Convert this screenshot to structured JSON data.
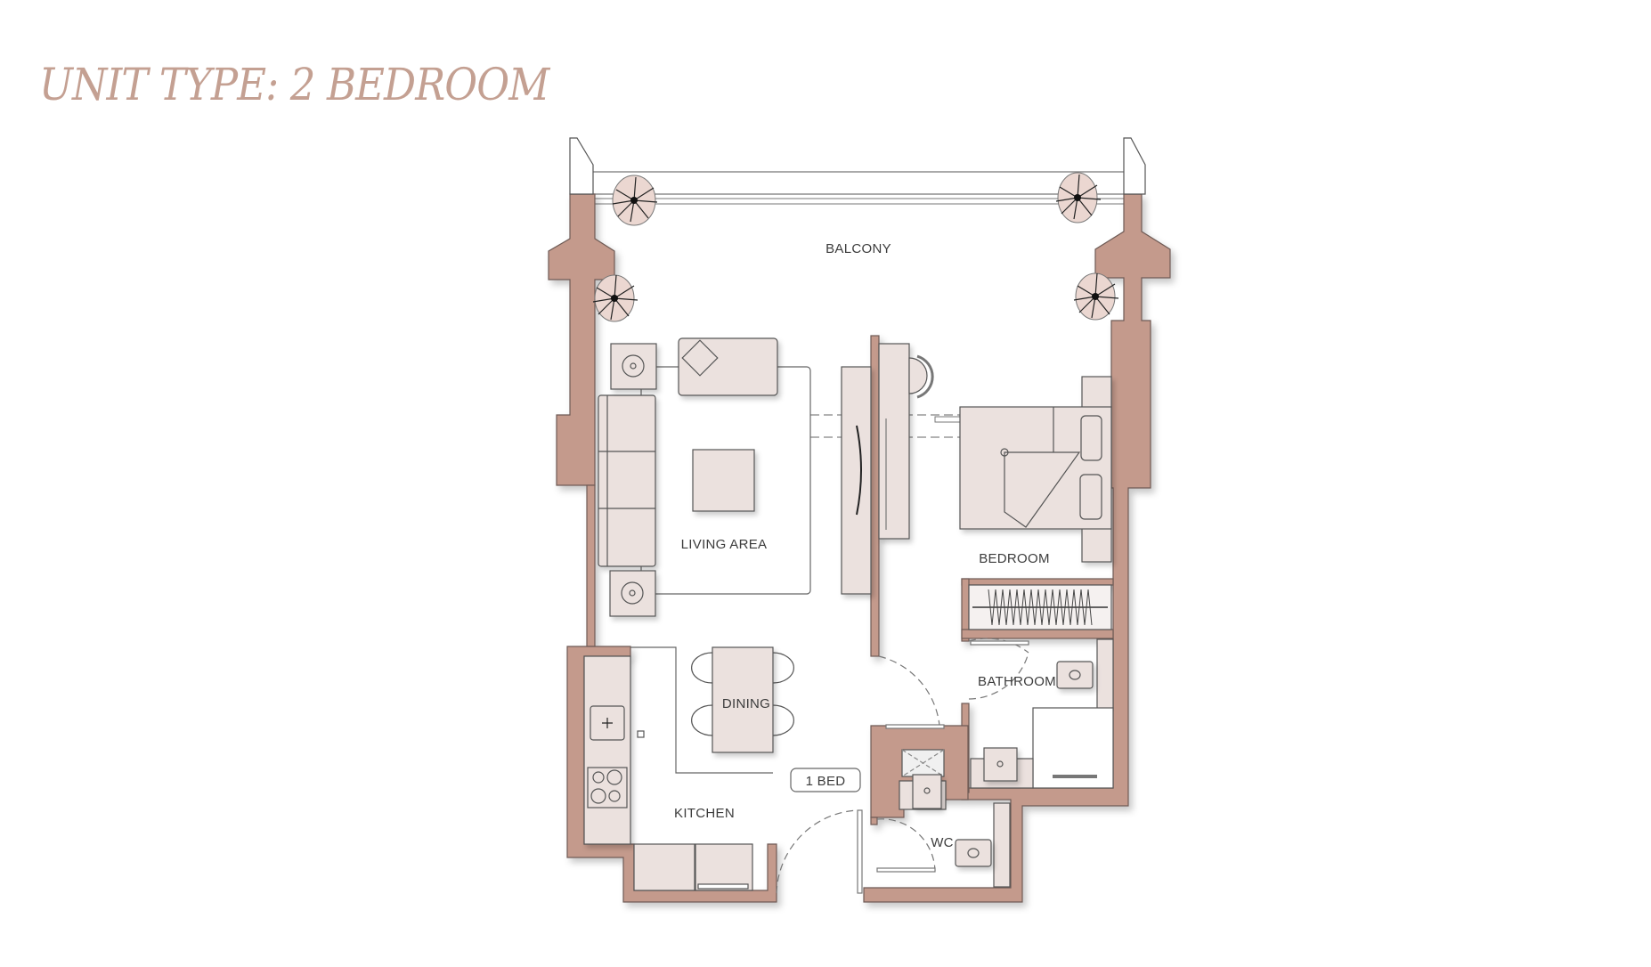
{
  "page": {
    "title": "UNIT TYPE: 2 BEDROOM"
  },
  "colors": {
    "title": "#c4a092",
    "wall": "#c49a8c",
    "furniture": "#ebe1de",
    "line": "#555555",
    "background": "#ffffff"
  },
  "floor_plan": {
    "rooms": [
      {
        "id": "balcony",
        "label": "BALCONY"
      },
      {
        "id": "living",
        "label": "LIVING AREA"
      },
      {
        "id": "bedroom",
        "label": "BEDROOM"
      },
      {
        "id": "bathroom",
        "label": "BATHROOM"
      },
      {
        "id": "dining",
        "label": "DINING"
      },
      {
        "id": "kitchen",
        "label": "KITCHEN"
      },
      {
        "id": "wc",
        "label": "WC"
      }
    ],
    "tag": {
      "label": "1 BED"
    },
    "icons": [
      "plant-icon",
      "sofa-icon",
      "armchair-icon",
      "coffee-table-icon",
      "lamp-icon",
      "tv-icon",
      "desk-icon",
      "chair-icon",
      "bed-icon",
      "pillow-icon",
      "wardrobe-icon",
      "toilet-icon",
      "sink-icon",
      "shower-icon",
      "hob-icon",
      "door-swing-icon"
    ]
  }
}
